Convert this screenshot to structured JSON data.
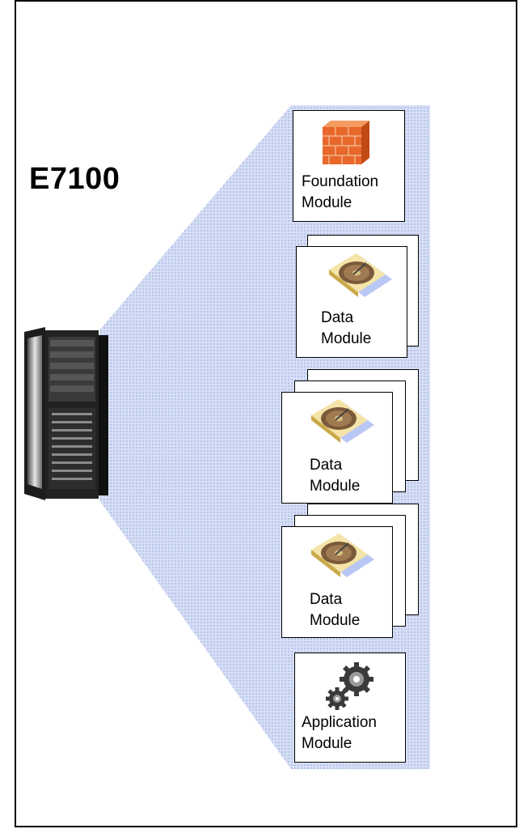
{
  "title": "E7100",
  "modules": {
    "foundation": {
      "line1": "Foundation",
      "line2": "Module"
    },
    "data1": {
      "line1": "Data",
      "line2": "Module"
    },
    "data2": {
      "line1": "Data",
      "line2": "Module"
    },
    "data3": {
      "line1": "Data",
      "line2": "Module"
    },
    "application": {
      "line1": "Application",
      "line2": "Module"
    }
  },
  "colors": {
    "beam": "#c9d3f0",
    "beam_dots": "#a9b8e6",
    "brick": "#e8672a",
    "card_border": "#000000"
  }
}
